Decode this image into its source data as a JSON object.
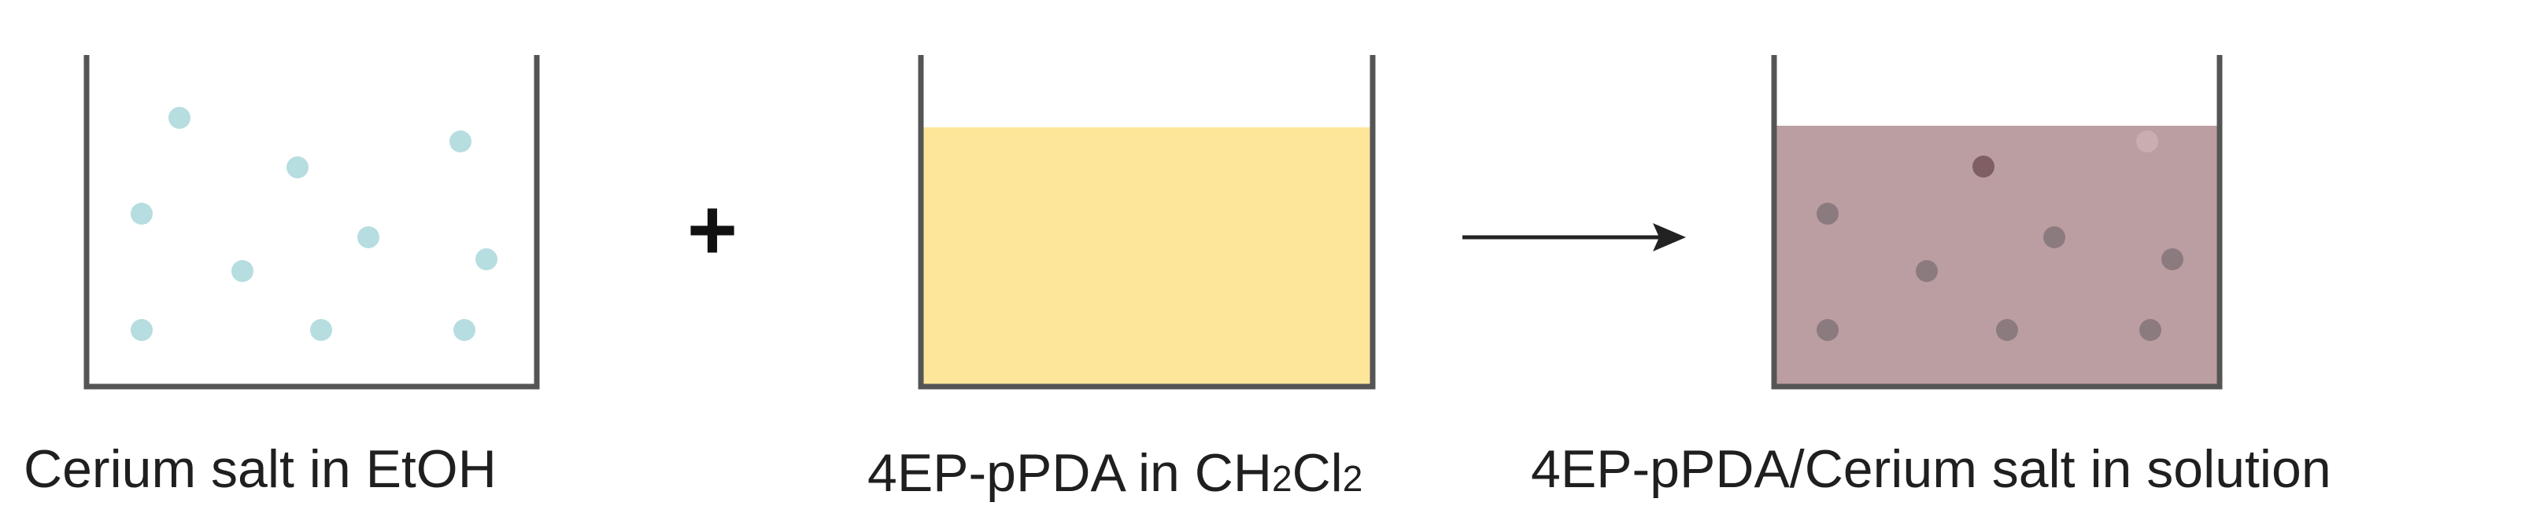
{
  "captions": {
    "beaker1": "Cerium salt in EtOH",
    "beaker2_parts": [
      "4EP-pPDA in CH",
      "2",
      "Cl",
      "2"
    ],
    "beaker3": "4EP-pPDA/Cerium salt in solution"
  },
  "operators": {
    "plus": "+"
  },
  "colors": {
    "beaker_wall": "#555555",
    "cerium_dot": "#b6dde0",
    "yellow_solution": "#fde69a",
    "mixed_solution": "#bb9ea1",
    "mixed_dot": "#8c7b7e",
    "mixed_dot_dark": "#7f5f61",
    "arrow": "#222222"
  }
}
